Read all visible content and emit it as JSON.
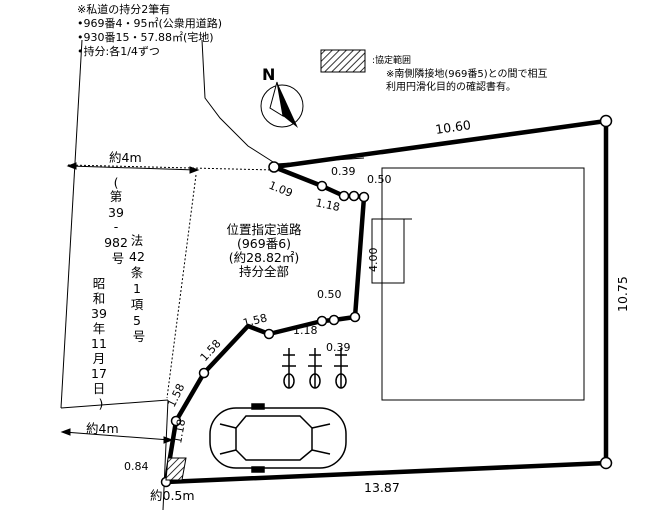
{
  "notes": {
    "line1": "※私道の持分2筆有",
    "line2": "•969番4・95㎡(公衆用道路)",
    "line3": "•930番15・57.88㎡(宅地)",
    "line4": "•持分:各1/4ずつ"
  },
  "legend": {
    "label": ":協定範囲",
    "note1": "※南側隣接地(969番5)との間で相互",
    "note2": "利用円滑化目的の確認書有。"
  },
  "compass": {
    "letter": "N"
  },
  "road": {
    "title": "位置指定道路",
    "lot": "(969番6)",
    "area": "(約28.82㎡)",
    "share": "持分全部"
  },
  "vertical_text": {
    "col1": [
      "(",
      "第",
      "39",
      "-",
      "982",
      "号"
    ],
    "col2": [
      "法",
      "42",
      "条",
      "1",
      "項",
      "5",
      "号"
    ],
    "col3": [
      "昭",
      "和",
      "39",
      "年",
      "11",
      "月",
      "17",
      "日",
      ")"
    ]
  },
  "dimensions": {
    "top": "10.60",
    "right": "10.75",
    "bottom": "13.87",
    "road_width_top": "約4m",
    "road_width_bottom": "約4m",
    "front": "約0.5m",
    "seg_109": "1.09",
    "seg_118_top": "1.18",
    "seg_039_top": "0.39",
    "seg_050_top": "0.50",
    "seg_400": "4.00",
    "seg_050_mid": "0.50",
    "seg_118_mid": "1.18",
    "seg_039_mid": "0.39",
    "seg_158_a": "1.58",
    "seg_158_b": "1.58",
    "seg_158_c": "1.58",
    "seg_118_low": "1.18",
    "seg_084": "0.84"
  }
}
